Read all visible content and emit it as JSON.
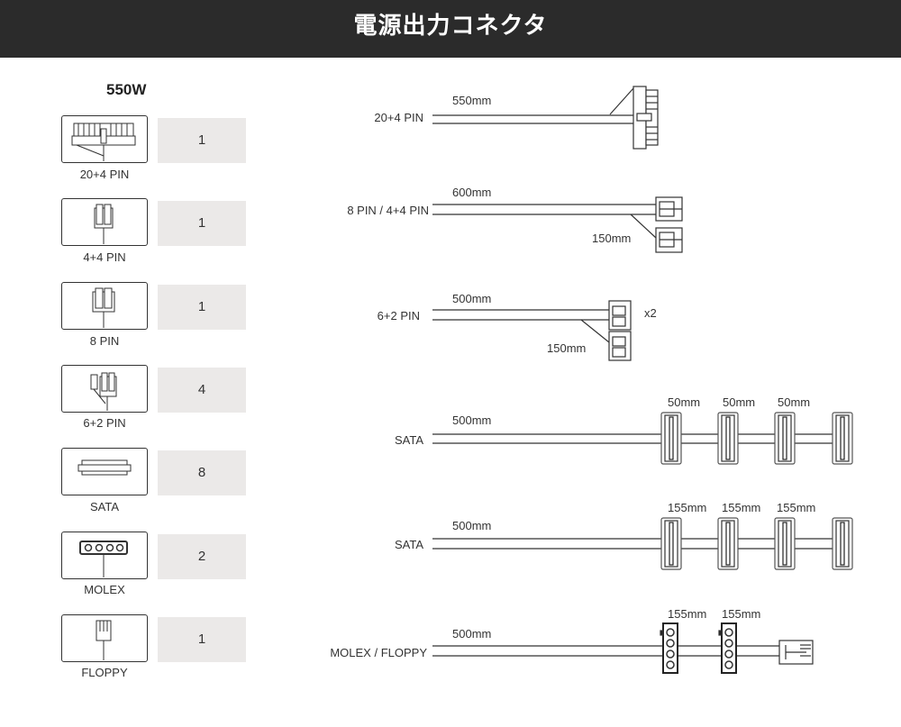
{
  "header": {
    "title": "電源出力コネクタ"
  },
  "wattage": "550W",
  "connectors": [
    {
      "name": "20+4 PIN",
      "count": "1",
      "icon": "atx-24pin-icon"
    },
    {
      "name": "4+4 PIN",
      "count": "1",
      "icon": "eps-4plus4-icon"
    },
    {
      "name": "8 PIN",
      "count": "1",
      "icon": "eps-8pin-icon"
    },
    {
      "name": "6+2 PIN",
      "count": "4",
      "icon": "pcie-6plus2-icon"
    },
    {
      "name": "SATA",
      "count": "8",
      "icon": "sata-icon"
    },
    {
      "name": "MOLEX",
      "count": "2",
      "icon": "molex-icon"
    },
    {
      "name": "FLOPPY",
      "count": "1",
      "icon": "floppy-icon"
    }
  ],
  "cables": [
    {
      "label": "20+4 PIN",
      "length": "550mm"
    },
    {
      "label": "8 PIN / 4+4 PIN",
      "length": "600mm",
      "branch": "150mm"
    },
    {
      "label": "6+2 PIN",
      "length": "500mm",
      "branch": "150mm",
      "multiplier": "x2"
    },
    {
      "label": "SATA",
      "length": "500mm",
      "segments": [
        "50mm",
        "50mm",
        "50mm"
      ]
    },
    {
      "label": "SATA",
      "length": "500mm",
      "segments": [
        "155mm",
        "155mm",
        "155mm"
      ]
    },
    {
      "label": "MOLEX / FLOPPY",
      "length": "500mm",
      "segments": [
        "155mm",
        "155mm"
      ]
    }
  ]
}
